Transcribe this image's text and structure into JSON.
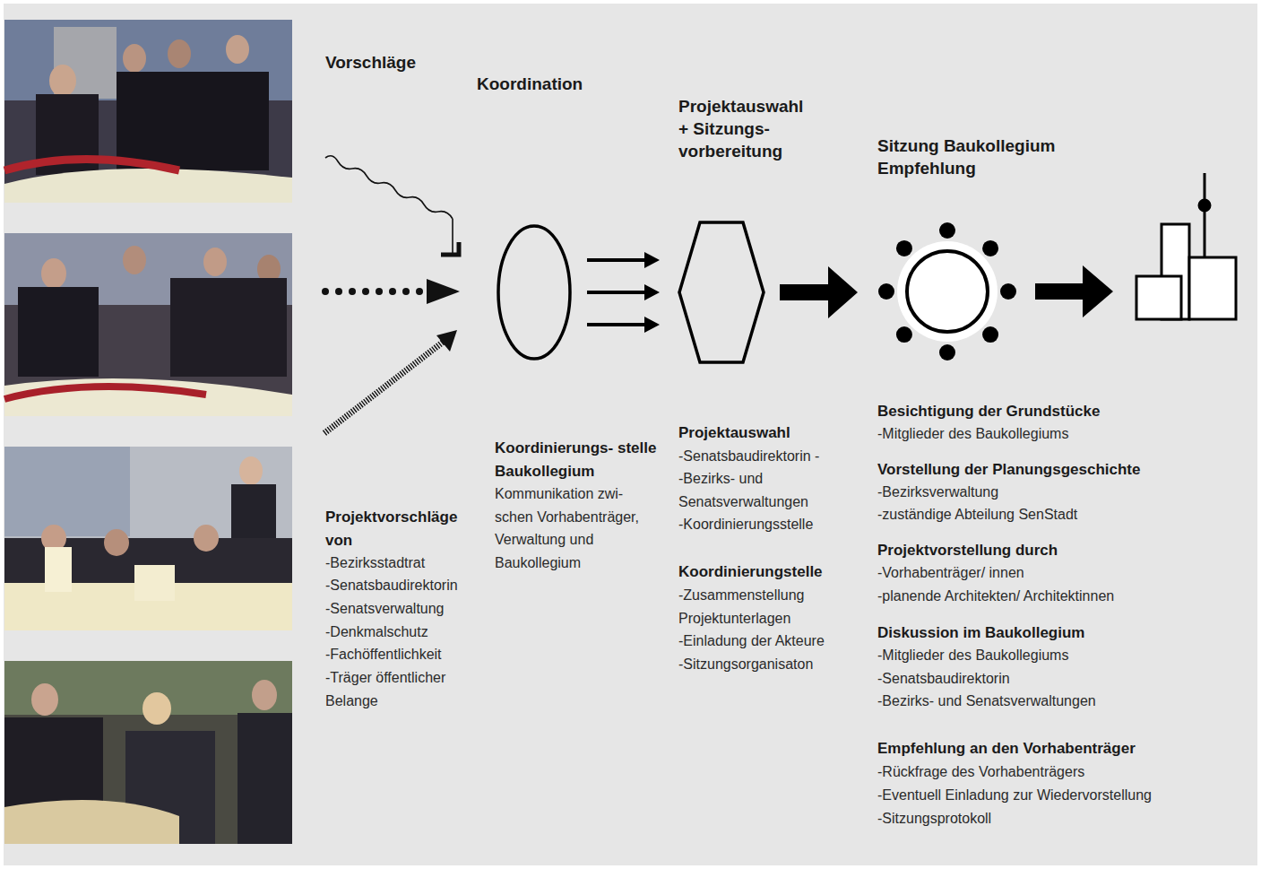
{
  "diagram": {
    "nodes": [
      {
        "text": [
          "Koordination"
        ]
      },
      {
        "text": [
          "Projektauswahl + Sitzungs- vorbereitung"
        ]
      },
      {
        "text": [
          "Sitzung Baukollegium Empfehlung"
        ]
      }
    ],
    "edges": [
      {
        "from": 0,
        "to": 1,
        "arrow": "to"
      },
      {
        "from": 0,
        "to": 1,
        "arrow": "to"
      },
      {
        "from": 0,
        "to": 1,
        "arrow": "to"
      },
      {
        "from": 1,
        "to": 2,
        "arrow": "to"
      }
    ],
    "labels": [
      "Vorschläge",
      "Projektvorschläge von",
      "-Bezirksstadtrat",
      "-Senatsbaudirektorin",
      "-Senatsverwaltung",
      "-Denkmalschutz",
      "-Fachöffentlichkeit",
      "-Träger öffentlicher Belange",
      "Koordinierungs- stelle Baukollegium",
      "Kommunikation zwi- schen Vorhabenträger, Verwaltung und Baukollegium",
      "Projektauswahl",
      "-Senatsbaudirektorin -",
      "-Bezirks- und Senatsverwaltungen",
      "-Koordinierungsstelle",
      "Koordinierungstelle",
      "-Zusammenstellung Projektunterlagen",
      "-Einladung der Akteure",
      "-Sitzungsorganisaton",
      "Besichtigung der Grundstücke",
      "-Mitglieder des Baukollegiums",
      "Vorstellung der Planungsgeschichte",
      "-Bezirksverwaltung",
      "-zuständige Abteilung SenStadt",
      "Projektvorstellung durch",
      "-Vorhabenträger/ innen",
      "-planende Architekten/ Architektinnen",
      "Diskussion im Baukollegium",
      "-Mitglieder des Baukollegiums",
      "-Senatsbaudirektorin",
      "-Bezirks- und Senatsverwaltungen",
      "Empfehlung an den Vorhabenträger",
      "-Rückfrage des Vorhabenträgers",
      "-Eventuell Einladung zur Wiedervorstellung",
      "-Sitzungsprotokoll"
    ]
  }
}
